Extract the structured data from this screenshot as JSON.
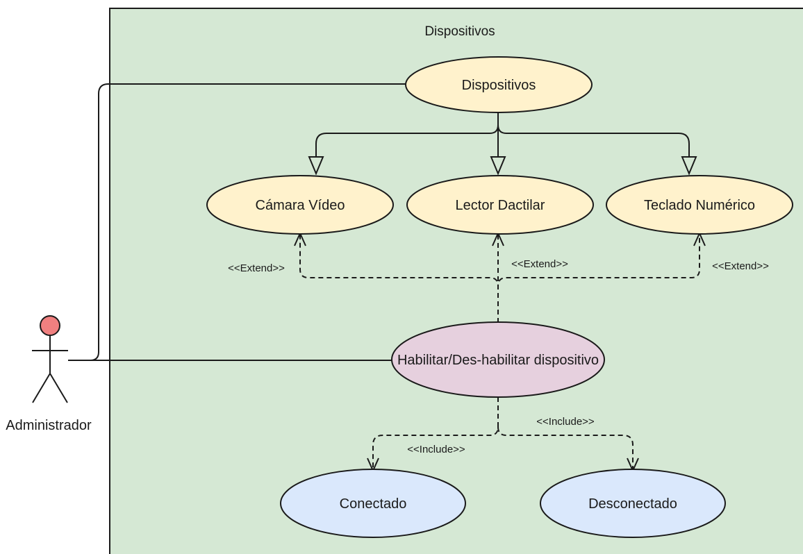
{
  "system": {
    "title": "Dispositivos",
    "fill": "#d5e8d4"
  },
  "actor": {
    "name": "Administrador",
    "head_color": "#f08080"
  },
  "use_cases": {
    "dispositivos": "Dispositivos",
    "camara": "Cámara Vídeo",
    "lector": "Lector Dactilar",
    "teclado": "Teclado Numérico",
    "habilitar": "Habilitar/Des-habilitar dispositivo",
    "conectado": "Conectado",
    "desconectado": "Desconectado"
  },
  "relations": {
    "extend_left": "<<Extend>>",
    "extend_center": "<<Extend>>",
    "extend_right": "<<Extend>>",
    "include_left": "<<Include>>",
    "include_right": "<<Include>>"
  },
  "colors": {
    "usecase_yellow": "#fff2cc",
    "usecase_pink": "#e6d0de",
    "usecase_blue": "#dae8fc",
    "line": "#1a1a1a"
  }
}
